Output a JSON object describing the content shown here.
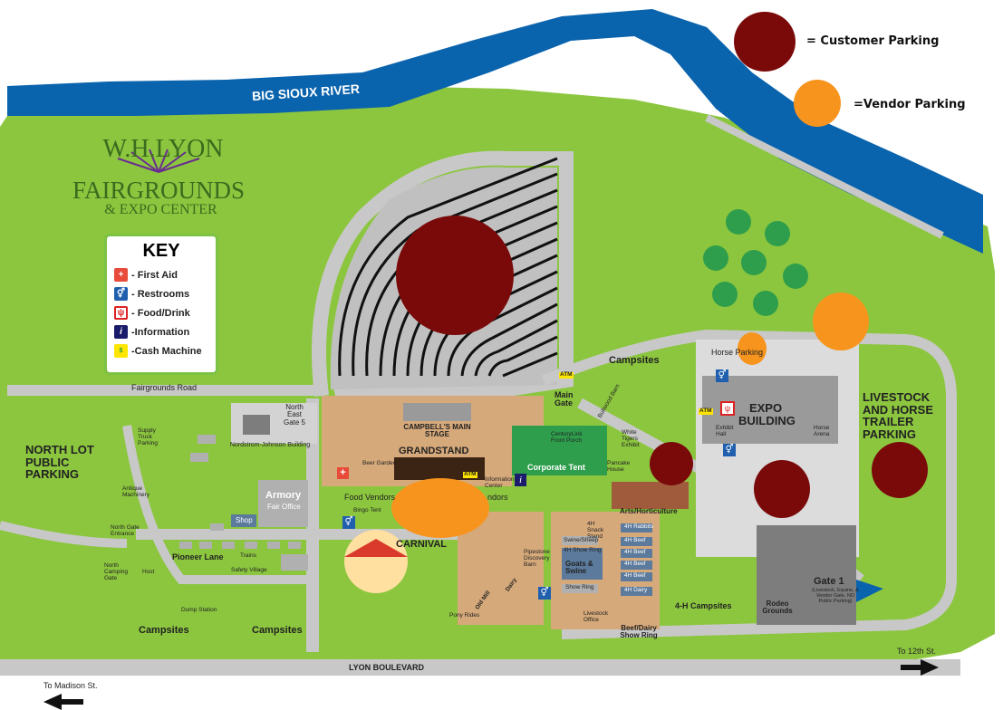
{
  "title": {
    "line1": "W.H.LYON",
    "line2": "FAIRGROUNDS",
    "line3": "& EXPO CENTER"
  },
  "parking_legend": {
    "customer": "= Customer Parking",
    "vendor": "=Vendor Parking",
    "customer_color": "#7a0a0a",
    "vendor_color": "#f7941d"
  },
  "key": {
    "title": "KEY",
    "items": [
      {
        "icon": "first-aid-icon",
        "label": "- First Aid"
      },
      {
        "icon": "restroom-icon",
        "label": "- Restrooms"
      },
      {
        "icon": "food-drink-icon",
        "label": "- Food/Drink"
      },
      {
        "icon": "information-icon",
        "label": "-Information"
      },
      {
        "icon": "atm-icon",
        "label": "-Cash Machine"
      }
    ]
  },
  "labels": {
    "river": "BIG SIOUX RIVER",
    "fairgrounds_road": "Fairgrounds Road",
    "lyon_blvd": "LYON BOULEVARD",
    "to_madison": "To Madison St.",
    "to_12th": "To 12th St.",
    "north_lot": "NORTH LOT PUBLIC PARKING",
    "livestock_parking": "LIVESTOCK AND HORSE TRAILER PARKING",
    "campsites_top": "Campsites",
    "main_gate": "Main Gate",
    "bullwood_barn": "Bullwood Barn",
    "expo_building": "EXPO BUILDING",
    "exhibit_hall": "Exhibit Hall",
    "horse_arena": "Horse Arena",
    "horse_parking": "Horse Parking",
    "north_east_gate": "North East Gate 5",
    "nordstrom": "Nordstrom-Johnson Building",
    "supply_truck": "Supply Truck Parking",
    "main_stage": "CAMPBELL'S MAIN STAGE",
    "grandstand": "GRANDSTAND",
    "beer_garden": "Beer Garden",
    "information_center": "Information Center",
    "centurylink": "CenturyLink Front Porch",
    "white_tigers": "White Tigers Exhibit",
    "corporate_tent": "Corporate Tent",
    "pancake_house": "Pancake House",
    "antique_machinery": "Antique Machinery",
    "armory": "Armory",
    "fair_office": "Fair Office",
    "shop": "Shop",
    "food_vendors": "Food Vendors",
    "vendors": "ndors",
    "bingo_tent": "Bingo Tent",
    "north_gate_entrance": "North Gate Entrance",
    "pioneer_lane": "Pioneer Lane",
    "trains": "Trains",
    "safety_village": "Safety Village",
    "north_camping_gate": "North Camping Gate",
    "host": "Host",
    "carnival": "CARNIVAL",
    "arts_horticulture": "Arts/Horticulture",
    "snack_stand": "4H Snack Stand",
    "swine_sheep": "Swine/Sheep",
    "show_ring_4h": "4H Show Ring",
    "goats_swine": "Goats & Swine",
    "show_ring": "Show Ring",
    "livestock_office": "Livestock Office",
    "pipestone": "Pipestone Discovery Barn",
    "rabbits": "4H Rabbits",
    "beef": "4H Beef",
    "dairy": "4H Dairy",
    "beef_dairy_ring": "Beef/Dairy Show Ring",
    "campsites_4h": "4-H Campsites",
    "rodeo": "Rodeo Grounds",
    "gate1": "Gate 1",
    "gate1_note": "(Livestock, Equine, & Vendor Gate, NO Public Parking)",
    "dump_station": "Dump Station",
    "campsites_left": "Campsites",
    "campsites_mid": "Campsites",
    "pony_rides": "Pony Rides",
    "old_mill": "Old Mill",
    "dairy_barn": "Dairy",
    "atm": "ATM"
  }
}
